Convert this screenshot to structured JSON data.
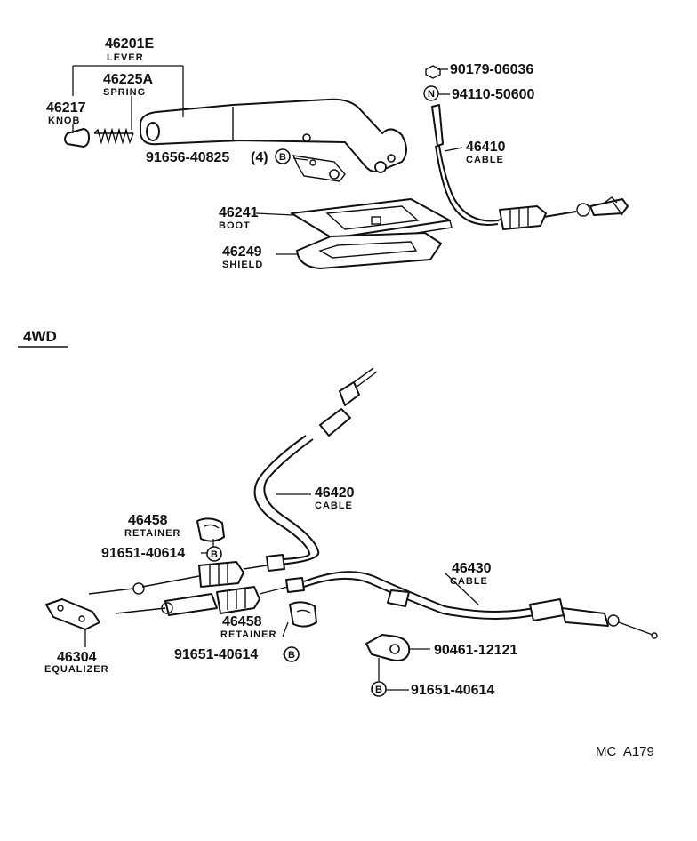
{
  "callouts": {
    "lever": {
      "number": "46201E",
      "name": "LEVER"
    },
    "spring": {
      "number": "46225A",
      "name": "SPRING"
    },
    "knob": {
      "number": "46217",
      "name": "KNOB"
    },
    "bolt_lever": {
      "number": "91656-40825",
      "qty": "(4)",
      "mark": "B"
    },
    "nut": {
      "number": "90179-06036"
    },
    "clip_n": {
      "number": "94110-50600",
      "mark": "N"
    },
    "cable_front": {
      "number": "46410",
      "name": "CABLE"
    },
    "boot": {
      "number": "46241",
      "name": "BOOT"
    },
    "shield": {
      "number": "46249",
      "name": "SHIELD"
    }
  },
  "section_4wd": {
    "title": "4WD",
    "cable_intermediate": {
      "number": "46420",
      "name": "CABLE"
    },
    "retainer_upper": {
      "number": "46458",
      "name": "RETAINER"
    },
    "bolt_upper": {
      "number": "91651-40614",
      "mark": "B"
    },
    "cable_rear": {
      "number": "46430",
      "name": "CABLE"
    },
    "equalizer": {
      "number": "46304",
      "name": "EQUALIZER"
    },
    "retainer_lower": {
      "number": "46458",
      "name": "RETAINER"
    },
    "bolt_lower": {
      "number": "91651-40614",
      "mark": "B"
    },
    "clamp": {
      "number": "90461-12121"
    },
    "bolt_clamp": {
      "number": "91651-40614",
      "mark": "B"
    }
  },
  "footer": {
    "code": "MC  A179"
  }
}
